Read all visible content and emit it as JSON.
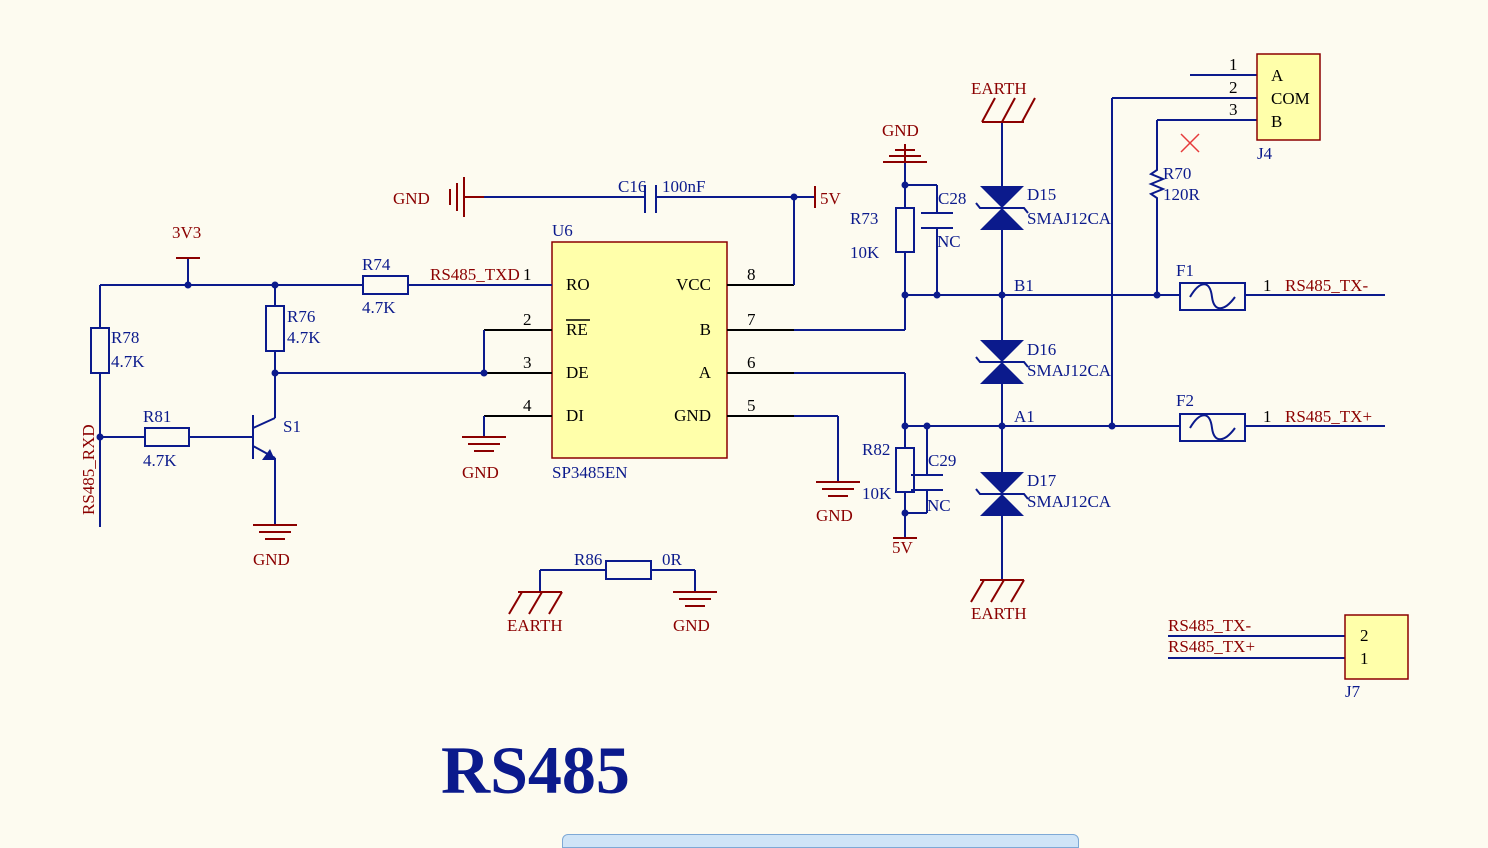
{
  "title": "RS485",
  "ic_u6": {
    "ref": "U6",
    "part": "SP3485EN",
    "pins_left": [
      {
        "num": "1",
        "name": "RO"
      },
      {
        "num": "2",
        "name": "RE"
      },
      {
        "num": "3",
        "name": "DE"
      },
      {
        "num": "4",
        "name": "DI"
      }
    ],
    "pins_right": [
      {
        "num": "8",
        "name": "VCC"
      },
      {
        "num": "7",
        "name": "B"
      },
      {
        "num": "6",
        "name": "A"
      },
      {
        "num": "5",
        "name": "GND"
      }
    ]
  },
  "components": {
    "r74": {
      "ref": "R74",
      "value": "4.7K"
    },
    "r76": {
      "ref": "R76",
      "value": "4.7K"
    },
    "r78": {
      "ref": "R78",
      "value": "4.7K"
    },
    "r81": {
      "ref": "R81",
      "value": "4.7K"
    },
    "r73": {
      "ref": "R73",
      "value": "10K"
    },
    "r82": {
      "ref": "R82",
      "value": "10K"
    },
    "r70": {
      "ref": "R70",
      "value": "120R"
    },
    "r86": {
      "ref": "R86",
      "value": "0R"
    },
    "c16": {
      "ref": "C16",
      "value": "100nF"
    },
    "c28": {
      "ref": "C28",
      "value": "NC"
    },
    "c29": {
      "ref": "C29",
      "value": "NC"
    },
    "d15": {
      "ref": "D15",
      "value": "SMAJ12CA"
    },
    "d16": {
      "ref": "D16",
      "value": "SMAJ12CA"
    },
    "d17": {
      "ref": "D17",
      "value": "SMAJ12CA"
    },
    "s1": {
      "ref": "S1"
    },
    "f1": {
      "ref": "F1",
      "pin": "1"
    },
    "f2": {
      "ref": "F2",
      "pin": "1"
    }
  },
  "connector_j4": {
    "ref": "J4",
    "pins": [
      "1",
      "2",
      "3"
    ],
    "labels": [
      "A",
      "COM",
      "B"
    ]
  },
  "connector_j7": {
    "ref": "J7",
    "pins": [
      "2",
      "1"
    ]
  },
  "nets": {
    "gnd": "GND",
    "earth": "EARTH",
    "v3v3": "3V3",
    "v5": "5V",
    "txd": "RS485_TXD",
    "rxd": "RS485_RXD",
    "txm": "RS485_TX-",
    "txp": "RS485_TX+",
    "b1": "B1",
    "a1": "A1"
  },
  "colors": {
    "wire": "#0b1a8c",
    "power": "#8b0000",
    "ic_fill": "#ffffaa",
    "background": "#fdfbf0"
  }
}
